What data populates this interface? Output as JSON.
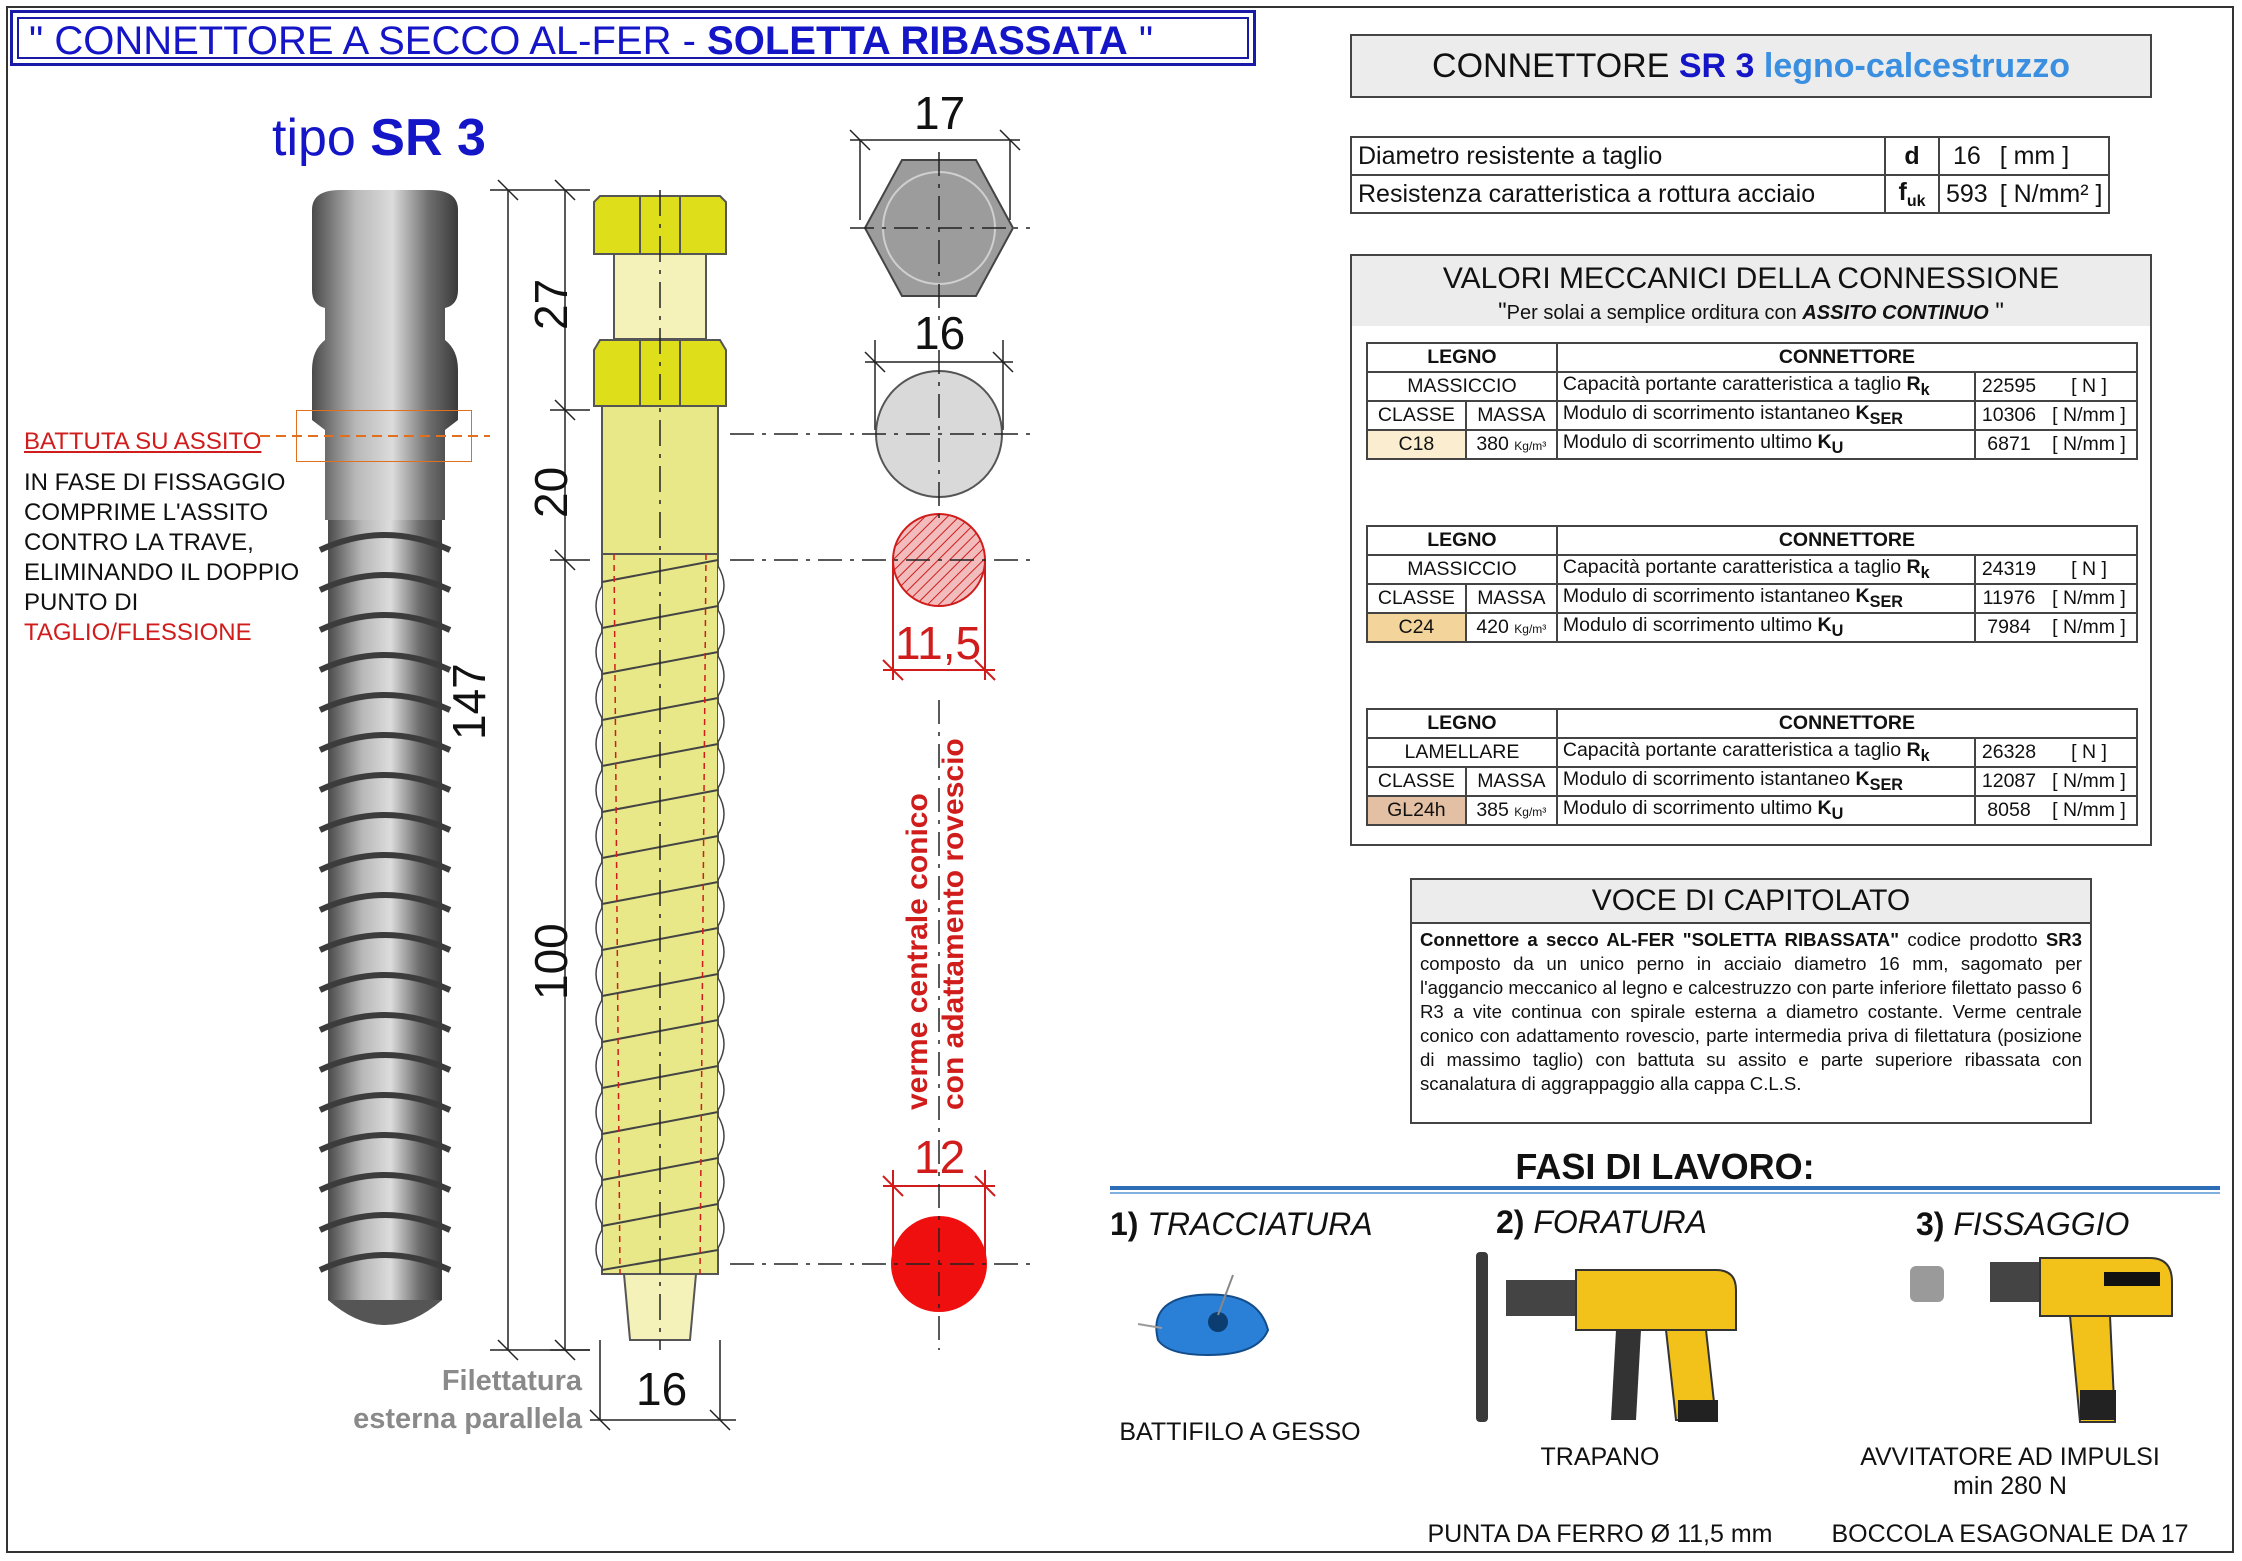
{
  "header": {
    "title_part1": "\" CONNETTORE A SECCO AL-FER - ",
    "title_bold": "SOLETTA RIBASSATA",
    "title_part2": " \""
  },
  "tipo": {
    "prefix": "tipo ",
    "code": "SR 3"
  },
  "callout": {
    "battuta": "BATTUTA SU ASSITO",
    "lines": [
      "IN FASE DI FISSAGGIO",
      "COMPRIME L'ASSITO",
      "CONTRO LA TRAVE,",
      "ELIMINANDO IL DOPPIO",
      "PUNTO DI"
    ],
    "taglio": "TAGLIO/FLESSIONE"
  },
  "dimensions": {
    "total": "147",
    "head": "27",
    "shank": "20",
    "thread": "100",
    "width_bottom": "16",
    "hex": "17",
    "shank_d": "16",
    "core_top": "11,5",
    "core_bottom": "12"
  },
  "vertical_label": {
    "line1": "verme centrale conico",
    "line2": "con adattamento rovescio"
  },
  "thread_label": {
    "line1": "Filettatura",
    "line2": "esterna parallela"
  },
  "connector_box": {
    "prefix": "CONNETTORE ",
    "code": "SR 3",
    "material": " legno-calcestruzzo"
  },
  "spec_rows": [
    {
      "label": "Diametro resistente a taglio",
      "symbol": "d",
      "sub": "",
      "value": "16",
      "unit": "[ mm ]"
    },
    {
      "label": "Resistenza caratteristica a rottura acciaio",
      "symbol": "f",
      "sub": "uk",
      "value": "593",
      "unit": "[ N/mm² ]"
    }
  ],
  "values_panel": {
    "title": "VALORI MECCANICI DELLA CONNESSIONE",
    "subtitle_quote_open": "\"",
    "subtitle": "Per solai a semplice orditura con ",
    "subtitle_bold": "ASSITO CONTINUO",
    "subtitle_quote_close": " \"",
    "head_legno": "LEGNO",
    "head_connettore": "CONNETTORE",
    "col_classe": "CLASSE",
    "col_massa": "MASSA",
    "kg_unit": "Kg/m³",
    "row_rk": "Capacità portante caratteristica a taglio ",
    "row_kser": "Modulo di scorrimento istantaneo ",
    "row_ku": "Modulo di scorrimento ultimo ",
    "sym_r": "R",
    "sub_k": "k",
    "sym_k": "K",
    "sub_ser": "SER",
    "sub_u": "U",
    "tables": [
      {
        "tipo": "MASSICCIO",
        "classe": "C18",
        "classe_color": "#fbeed0",
        "massa": "380",
        "rk": "22595",
        "rk_unit": "[ N ]",
        "kser": "10306",
        "kser_unit": "[ N/mm ]",
        "ku": "6871",
        "ku_unit": "[ N/mm ]"
      },
      {
        "tipo": "MASSICCIO",
        "classe": "C24",
        "classe_color": "#f3d59b",
        "massa": "420",
        "rk": "24319",
        "rk_unit": "[ N ]",
        "kser": "11976",
        "kser_unit": "[ N/mm ]",
        "ku": "7984",
        "ku_unit": "[ N/mm ]"
      },
      {
        "tipo": "LAMELLARE",
        "classe": "GL24h",
        "classe_color": "#e3bfa3",
        "massa": "385",
        "rk": "26328",
        "rk_unit": "[ N ]",
        "kser": "12087",
        "kser_unit": "[ N/mm ]",
        "ku": "8058",
        "ku_unit": "[ N/mm ]"
      }
    ]
  },
  "voce": {
    "title": "VOCE DI CAPITOLATO",
    "b1": "Connettore a secco AL-FER \"SOLETTA RIBASSATA\"",
    "t1": " codice prodotto ",
    "b2": "SR3",
    "t2": " composto da un unico perno in acciaio diametro 16 mm, sagomato per l'aggancio meccanico al legno e calcestruzzo con parte inferiore filettato passo 6 R3 a vite continua con spirale esterna a diametro costante. Verme centrale conico con adattamento rovescio, parte intermedia priva di filettatura (posizione di massimo taglio) con battuta su assito e parte superiore ribassata con scanalatura di aggrappaggio alla cappa C.L.S."
  },
  "fasi": {
    "title": "FASI DI LAVORO:",
    "steps": [
      {
        "num": "1)",
        "name": "TRACCIATURA",
        "tool": "BATTIFILO A GESSO",
        "extra": ""
      },
      {
        "num": "2)",
        "name": "FORATURA",
        "tool": "TRAPANO",
        "extra": "PUNTA DA FERRO Ø 11,5 mm"
      },
      {
        "num": "3)",
        "name": "FISSAGGIO",
        "tool": "AVVITATORE AD IMPULSI",
        "tool2": "min 280 N",
        "extra": "BOCCOLA ESAGONALE DA 17"
      }
    ]
  },
  "colors": {
    "accent_blue": "#1515c8",
    "light_blue": "#3a8fe0",
    "red": "#d11c1c",
    "yellow": "#e8e889"
  }
}
